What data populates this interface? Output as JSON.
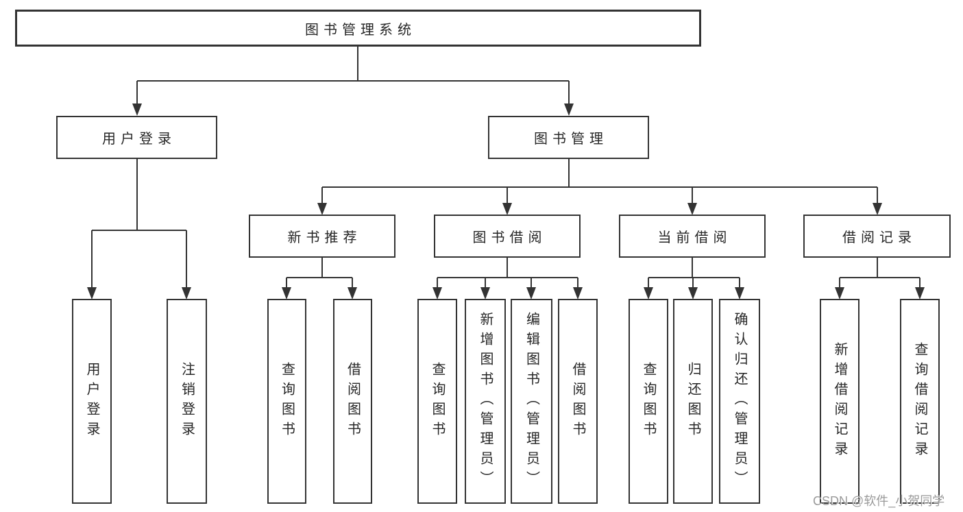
{
  "diagram": {
    "root": "图书管理系统",
    "branches": {
      "user_login": {
        "label": "用户登录",
        "children": [
          "用户登录",
          "注销登录"
        ]
      },
      "book_management": {
        "label": "图书管理",
        "sections": [
          {
            "label": "新书推荐",
            "children": [
              "查询图书",
              "借阅图书"
            ]
          },
          {
            "label": "图书借阅",
            "children": [
              "查询图书",
              "新增图书（管理员）",
              "编辑图书（管理员）",
              "借阅图书"
            ]
          },
          {
            "label": "当前借阅",
            "children": [
              "查询图书",
              "归还图书",
              "确认归还（管理员）"
            ]
          },
          {
            "label": "借阅记录",
            "children": [
              "新增借阅记录",
              "查询借阅记录"
            ]
          }
        ]
      }
    }
  },
  "watermark": "CSDN @软件_小贺同学",
  "colors": {
    "line": "#333333",
    "text": "#262626",
    "watermark": "#9a9a9a",
    "background": "#ffffff"
  }
}
